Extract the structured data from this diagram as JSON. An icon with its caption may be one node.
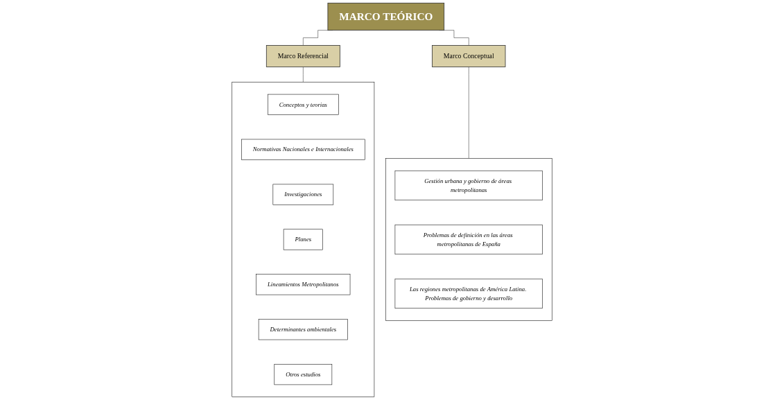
{
  "diagram": {
    "nodes": [
      {
        "text": [
          "MARCO TEÓRICO"
        ]
      },
      {
        "text": [
          "Marco Referencial"
        ]
      },
      {
        "text": [
          "Marco Conceptual"
        ]
      },
      {
        "text": [],
        "shape": "box"
      },
      {
        "text": [
          "Conceptos y teorias"
        ],
        "in": 3
      },
      {
        "text": [
          "Normativas Nacionales e Internacionales"
        ],
        "in": 3
      },
      {
        "text": [
          "Investigaciones"
        ],
        "in": 3
      },
      {
        "text": [
          "Planes"
        ],
        "in": 3
      },
      {
        "text": [
          "Lineamientos Metropolitanos"
        ],
        "in": 3
      },
      {
        "text": [
          "Determinantes ambientales"
        ],
        "in": 3
      },
      {
        "text": [
          "Otros estudios"
        ],
        "in": 3
      },
      {
        "text": [],
        "shape": "box"
      },
      {
        "text": [
          "Gestión urbana y gobierno de áreas metropolitanas"
        ],
        "in": 11
      },
      {
        "text": [
          "Problemas de definición en las áreas metropolitanas de España"
        ],
        "in": 11
      },
      {
        "text": [
          "Las regiones metropolitanas de América Latina. Problemas de gobierno y desarrollo"
        ],
        "in": 11
      }
    ],
    "edges": [
      {
        "from": 0,
        "to": 1,
        "arrow": "none"
      },
      {
        "from": 0,
        "to": 2,
        "arrow": "none"
      },
      {
        "from": 1,
        "to": 3,
        "arrow": "none"
      },
      {
        "from": 2,
        "to": 11,
        "arrow": "none"
      }
    ]
  }
}
